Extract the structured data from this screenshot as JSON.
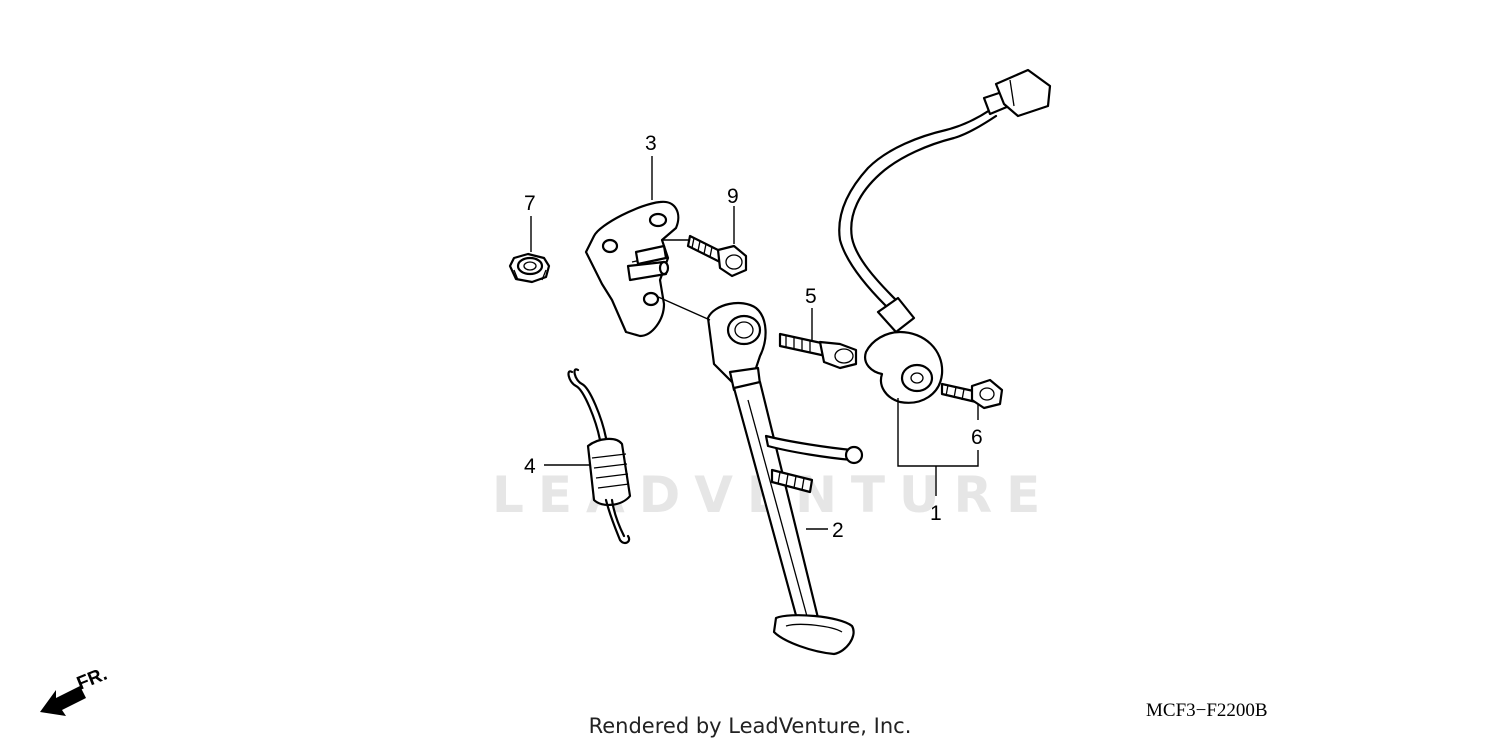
{
  "callouts": {
    "c1": "1",
    "c2": "2",
    "c3": "3",
    "c4": "4",
    "c5": "5",
    "c6": "6",
    "c7": "7",
    "c9": "9"
  },
  "direction_arrow": {
    "label": "FR.",
    "icon": "front-direction-arrow-icon"
  },
  "watermark": "LEADVENTURE",
  "diagram_code": "MCF3−F2200B",
  "footer": "Rendered by LeadVenture, Inc."
}
